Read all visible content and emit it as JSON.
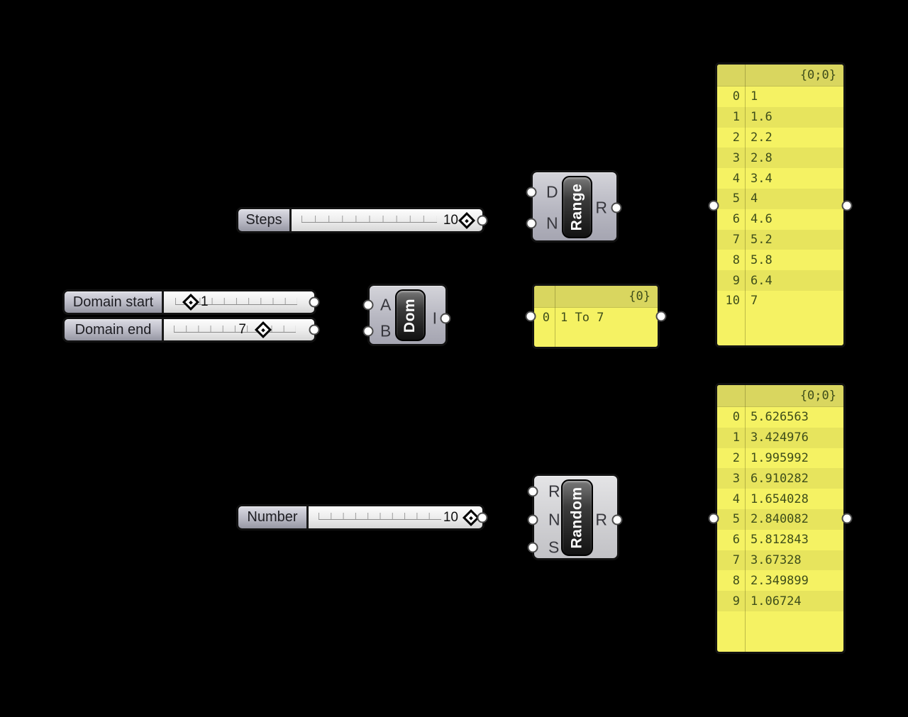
{
  "colors": {
    "background": "#000000",
    "panel_body": "#f5f263",
    "panel_header": "#d9d65f",
    "panel_text": "#3e4d1a",
    "component_body": "#b7b7c1",
    "capsule_dark": "#1c1c1c",
    "port_dot": "#ffffff"
  },
  "sliders": {
    "steps": {
      "label": "Steps",
      "value": "10"
    },
    "domain_start": {
      "label": "Domain start",
      "value": "1"
    },
    "domain_end": {
      "label": "Domain end",
      "value": "7"
    },
    "number": {
      "label": "Number",
      "value": "10"
    }
  },
  "components": {
    "range": {
      "name": "Range",
      "inputs": [
        "D",
        "N"
      ],
      "output": "R"
    },
    "dom": {
      "name": "Dom",
      "inputs": [
        "A",
        "B"
      ],
      "output": "I"
    },
    "random": {
      "name": "Random",
      "inputs": [
        "R",
        "N",
        "S"
      ],
      "output": "R"
    }
  },
  "panels": {
    "range_out": {
      "header": "{0;0}",
      "rows": [
        [
          "0",
          "1"
        ],
        [
          "1",
          "1.6"
        ],
        [
          "2",
          "2.2"
        ],
        [
          "3",
          "2.8"
        ],
        [
          "4",
          "3.4"
        ],
        [
          "5",
          "4"
        ],
        [
          "6",
          "4.6"
        ],
        [
          "7",
          "5.2"
        ],
        [
          "8",
          "5.8"
        ],
        [
          "9",
          "6.4"
        ],
        [
          "10",
          "7"
        ]
      ]
    },
    "domain": {
      "header": "{0}",
      "rows": [
        [
          "0",
          "1 To 7"
        ]
      ]
    },
    "random_out": {
      "header": "{0;0}",
      "rows": [
        [
          "0",
          "5.626563"
        ],
        [
          "1",
          "3.424976"
        ],
        [
          "2",
          "1.995992"
        ],
        [
          "3",
          "6.910282"
        ],
        [
          "4",
          "1.654028"
        ],
        [
          "5",
          "2.840082"
        ],
        [
          "6",
          "5.812843"
        ],
        [
          "7",
          "3.67328"
        ],
        [
          "8",
          "2.349899"
        ],
        [
          "9",
          "1.06724"
        ]
      ]
    }
  }
}
